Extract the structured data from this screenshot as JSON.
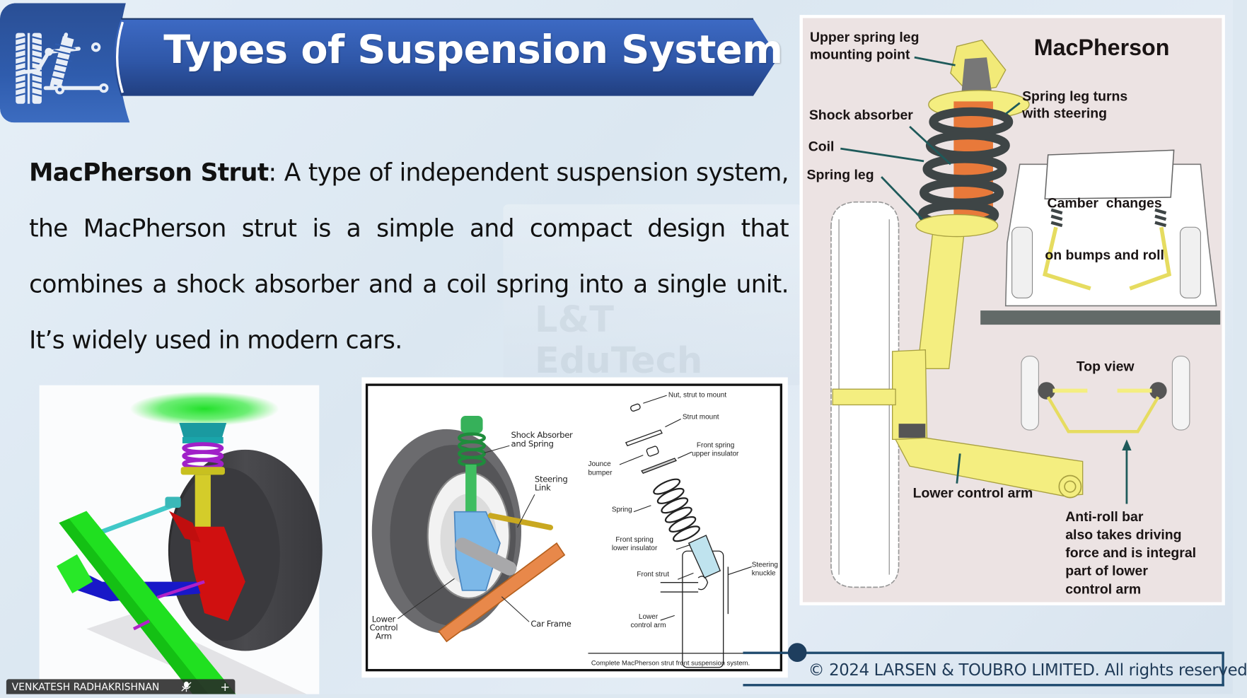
{
  "slide": {
    "title": "Types of Suspension System",
    "logo_icon": "suspension-strut-wheel-icon",
    "paragraph": {
      "term": "MacPherson Strut",
      "separator": ":",
      "lines": [
        " A type of independent suspension",
        "system, the MacPherson strut is a simple and compact",
        "design that combines a shock absorber and a coil spring into",
        "a single unit. It’s widely used in modern cars."
      ]
    },
    "watermark": {
      "line1": "L&T",
      "line2": "EduTech"
    },
    "images": {
      "render_3d": {
        "description": "3D render of MacPherson strut suspension with wheel"
      },
      "exploded_diagram": {
        "left_labels": {
          "shock_absorber": [
            "Shock Absorber",
            "and Spring"
          ],
          "steering_link": [
            "Steering",
            "Link"
          ],
          "lower_control_arm": [
            "Lower",
            "Control",
            "Arm"
          ],
          "car_frame": "Car Frame"
        },
        "right_labels": {
          "nut": "Nut, strut to mount",
          "strut_mount": "Strut mount",
          "upper_insulator": [
            "Front spring",
            "upper insulator"
          ],
          "jounce_bumper": [
            "Jounce",
            "bumper"
          ],
          "spring": "Spring",
          "lower_insulator": [
            "Front spring",
            "lower insulator"
          ],
          "front_strut": "Front strut",
          "steering_knuckle": [
            "Steering",
            "knuckle"
          ],
          "lower_control_arm": [
            "Lower",
            "control arm"
          ]
        },
        "caption": "Complete MacPherson strut front suspension system."
      },
      "macpherson_diagram": {
        "title": "MacPherson",
        "labels": {
          "upper_mount": [
            "Upper spring leg",
            "mounting point"
          ],
          "shock_absorber": "Shock absorber",
          "coil": "Coil",
          "spring_leg": "Spring leg",
          "spring_leg_turns": [
            "Spring leg turns",
            "with steering"
          ],
          "camber": [
            "Camber  changes",
            "on bumps and roll"
          ],
          "top_view": "Top view",
          "lower_control_arm": "Lower control arm",
          "anti_roll_bar": [
            "Anti-roll bar",
            "also takes driving",
            "force and is integral",
            "part of lower",
            "control arm"
          ]
        }
      }
    },
    "footer": {
      "copyright": "© 2024 LARSEN & TOUBRO LIMITED. All rights reserved"
    }
  },
  "presenter_bar": {
    "name": "VENKATESH RADHAKRISHNAN",
    "mic_icon": "microphone-muted-icon",
    "add_icon": "plus-icon"
  }
}
